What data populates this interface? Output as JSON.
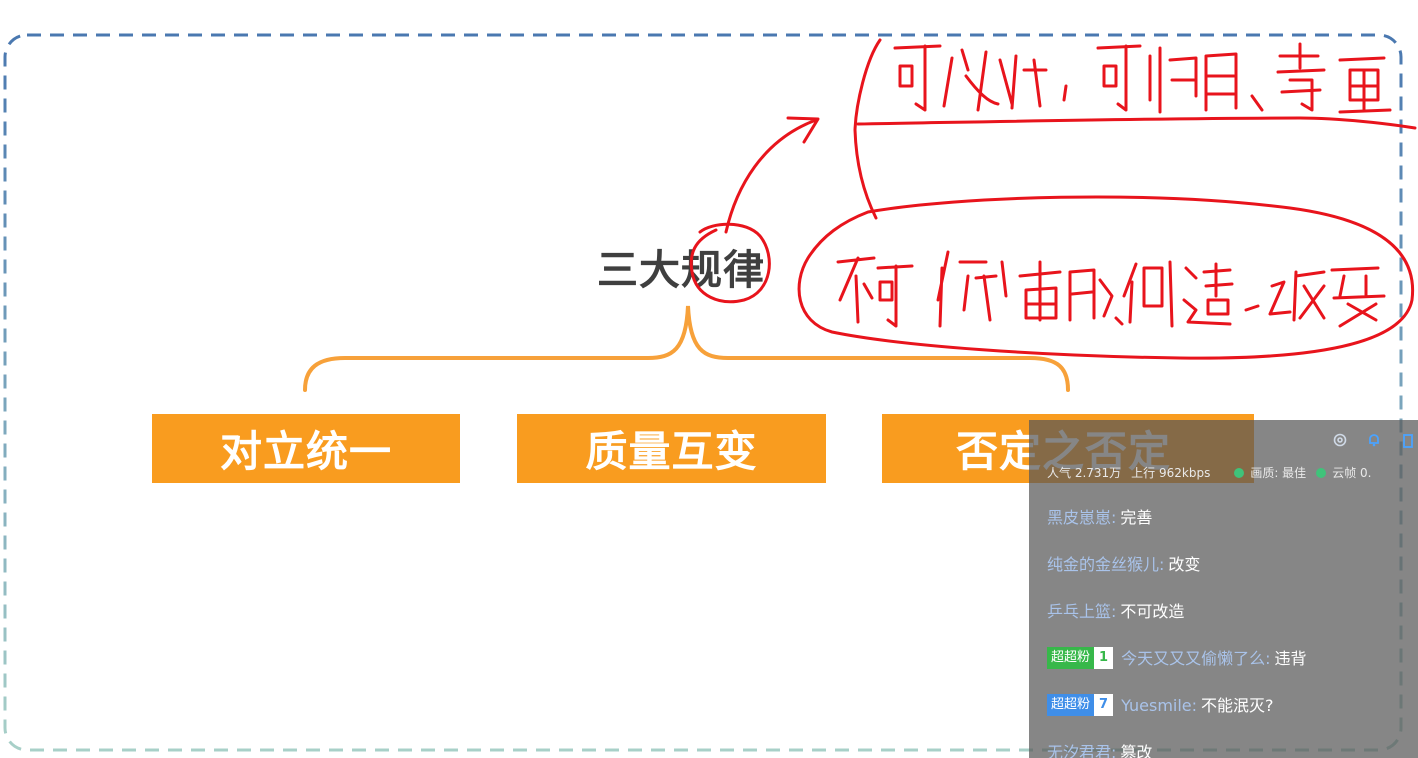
{
  "slide": {
    "title": "三大规律",
    "boxes": [
      "对立统一",
      "质量互变",
      "否定之否定"
    ]
  },
  "annotations": {
    "line_1": "可认识，可利用，尊重",
    "line_2": "不可 违背 消灭 创造 改变"
  },
  "overlay": {
    "stats": {
      "popularity": "人气 2.731万",
      "upload": "上行 962kbps",
      "quality": "画质: 最佳",
      "frames": "云帧 0."
    },
    "icons": [
      "settings-icon",
      "bell-icon",
      "share-icon"
    ],
    "messages": [
      {
        "user": "黑皮崽崽",
        "text": "完善",
        "badge": null
      },
      {
        "user": "纯金的金丝猴儿",
        "text": "改变",
        "badge": null
      },
      {
        "user": "乒乓上篮",
        "text": "不可改造",
        "badge": null
      },
      {
        "user": "今天又又又偷懒了么",
        "text": "违背",
        "badge": {
          "name": "超超粉",
          "level": "1",
          "color": "green"
        }
      },
      {
        "user": "Yuesmile",
        "text": "不能泯灭?",
        "badge": {
          "name": "超超粉",
          "level": "7",
          "color": "blue"
        }
      },
      {
        "user": "无汐君君",
        "text": "篡改",
        "badge": null
      }
    ]
  },
  "colors": {
    "box_fill": "#f99c1f",
    "brace": "#f7a13a",
    "ink": "#e8141c",
    "frame_top": "#4a78b0",
    "frame_bottom": "#a8d0c8"
  }
}
